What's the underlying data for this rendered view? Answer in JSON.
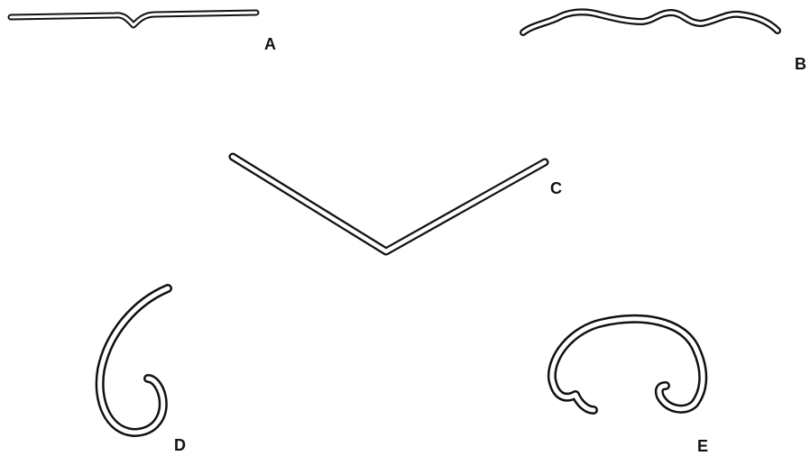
{
  "figure": {
    "panels": [
      {
        "id": "A",
        "label": "A",
        "shape": "straight-filament-with-bulge"
      },
      {
        "id": "B",
        "label": "B",
        "shape": "wavy-filament"
      },
      {
        "id": "C",
        "label": "C",
        "shape": "v-shaped-filament"
      },
      {
        "id": "D",
        "label": "D",
        "shape": "hook-shaped-filament"
      },
      {
        "id": "E",
        "label": "E",
        "shape": "horseshoe-shaped-filament"
      }
    ],
    "colors": {
      "ink": "#111111",
      "background": "#ffffff"
    }
  }
}
